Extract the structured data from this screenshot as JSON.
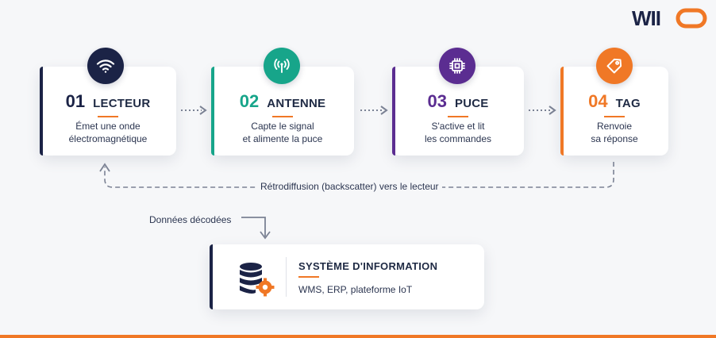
{
  "brand": {
    "logo_text": "WIIO",
    "accent": "#f07826"
  },
  "steps": [
    {
      "num": "01",
      "title": "LECTEUR",
      "desc": "Émet une onde\nélectromagnétique",
      "color": "#1b2346",
      "icon": "wifi-icon"
    },
    {
      "num": "02",
      "title": "ANTENNE",
      "desc": "Capte le signal\net alimente la puce",
      "color": "#17a58a",
      "icon": "antenna-icon"
    },
    {
      "num": "03",
      "title": "PUCE",
      "desc": "S'active et lit\nles commandes",
      "color": "#5b2d91",
      "icon": "chip-icon"
    },
    {
      "num": "04",
      "title": "TAG",
      "desc": "Renvoie\nsa réponse",
      "color": "#f07826",
      "icon": "tag-icon"
    }
  ],
  "backscatter_label": "Rétrodiffusion (backscatter) vers le lecteur",
  "decoded_label": "Données décodées",
  "system": {
    "title": "SYSTÈME D'INFORMATION",
    "desc": "WMS, ERP, plateforme IoT",
    "icon": "database-gear-icon"
  }
}
